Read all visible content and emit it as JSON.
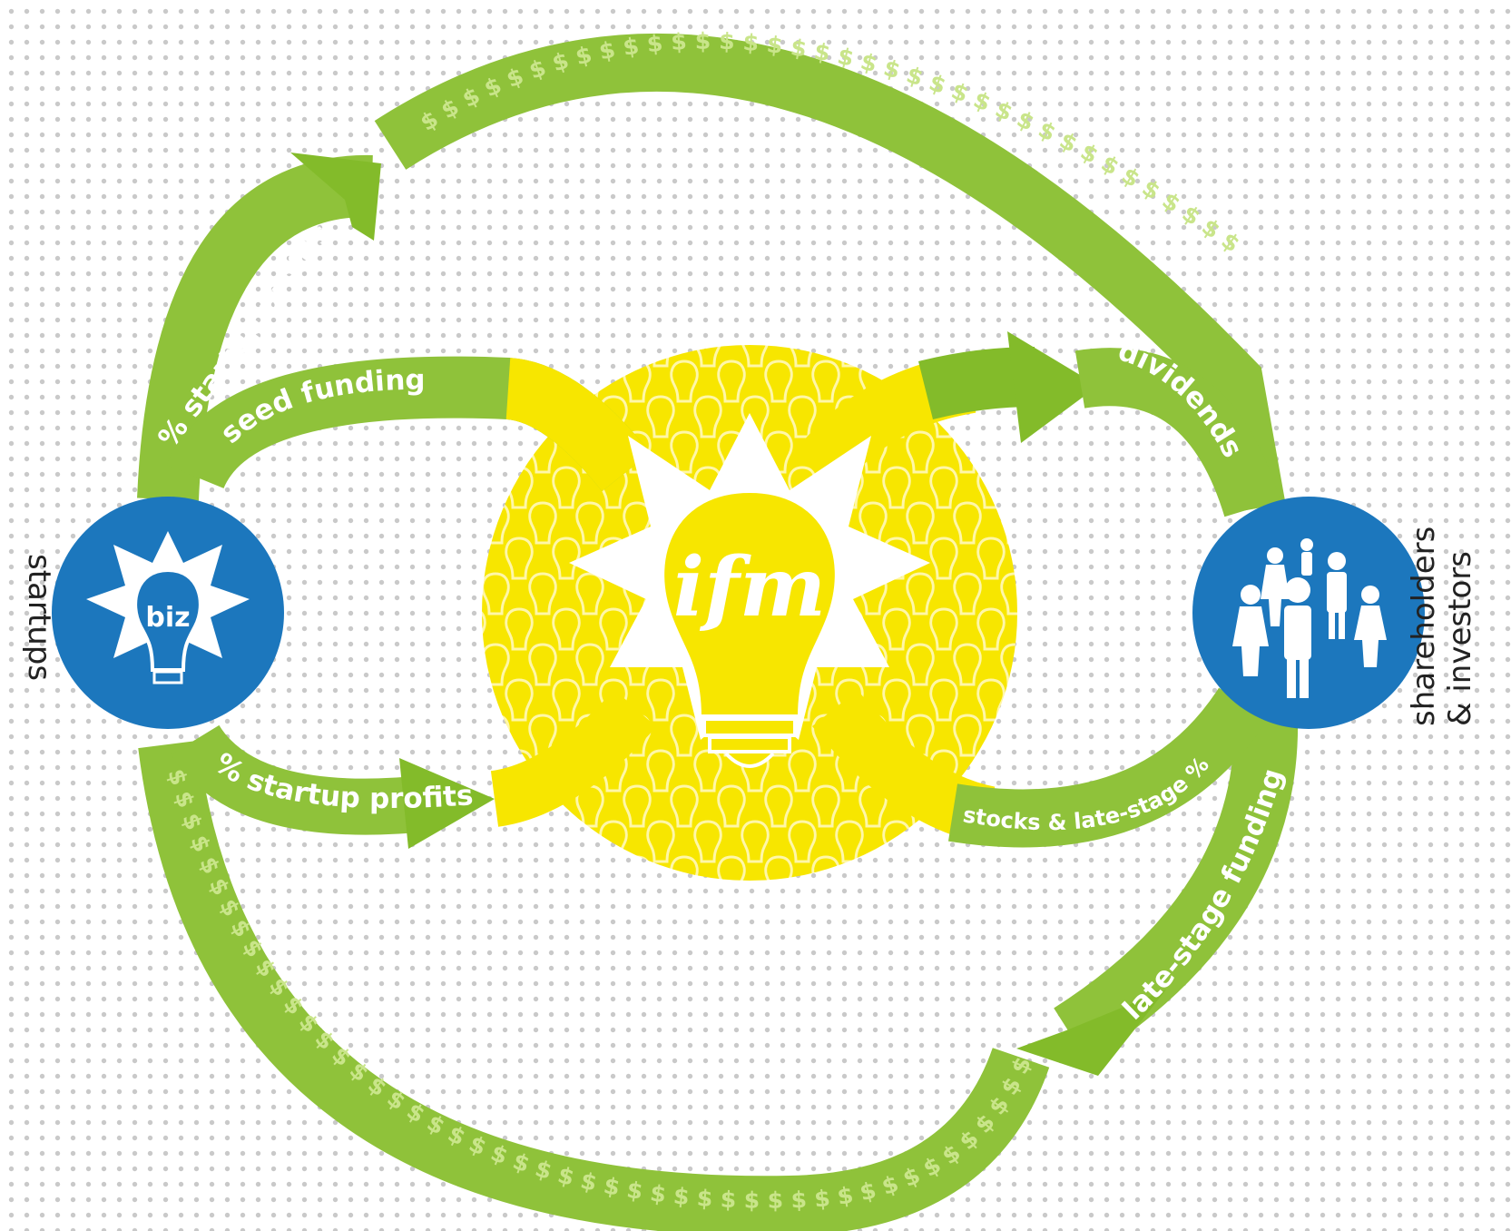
{
  "center_logo": "ifm",
  "startups_badge_text": "biz",
  "nodes": {
    "left_caption": "startups",
    "right_caption_line1": "shareholders",
    "right_caption_line2": "& investors"
  },
  "flows": {
    "top_outer": "% startup profits",
    "seed": "seed funding",
    "dividends": "dividends",
    "bottom_left": "% startup profits",
    "stocks": "stocks & late-stage %",
    "bottom_outer": "late-stage funding"
  },
  "money_track_text": "$ $ $ $ $ $ $ $ $ $ $ $ $ $ $ $ $ $ $ $ $ $ $ $ $ $ $ $ $ $ $ $ $ $ $ $ $ $ $ $ $ $ $ $ $ $ $ $ $ $ $ $ $ $ $ $",
  "icons": {
    "startups": "lightbulb-star-icon",
    "investors": "people-group-icon",
    "center": "lightbulb-icon"
  },
  "colors": {
    "flow_green": "#8fc23a",
    "arrow_green": "#83bb2a",
    "center_yellow": "#f7e600",
    "node_blue": "#1c77bd",
    "dollar_green": "#c9e58a"
  }
}
